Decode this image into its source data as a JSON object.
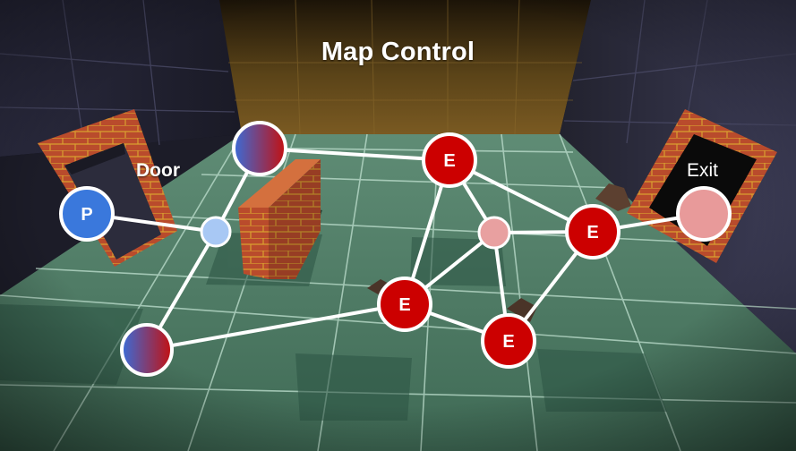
{
  "title": "Map Control",
  "labels": {
    "door": "Door",
    "exit": "Exit"
  },
  "node_letters": {
    "player": "P",
    "enemy": "E"
  },
  "nodes": [
    {
      "id": "player",
      "kind": "player",
      "letter": "P"
    },
    {
      "id": "waypoint-door",
      "kind": "friendly-waypoint"
    },
    {
      "id": "contested-top",
      "kind": "contested"
    },
    {
      "id": "contested-bottom",
      "kind": "contested"
    },
    {
      "id": "enemy-top",
      "kind": "enemy",
      "letter": "E"
    },
    {
      "id": "waypoint-center",
      "kind": "enemy-waypoint"
    },
    {
      "id": "enemy-right",
      "kind": "enemy",
      "letter": "E"
    },
    {
      "id": "enemy-mid",
      "kind": "enemy",
      "letter": "E"
    },
    {
      "id": "enemy-bottom",
      "kind": "enemy",
      "letter": "E"
    },
    {
      "id": "exit",
      "kind": "exit"
    }
  ],
  "edges": [
    [
      "player",
      "waypoint-door"
    ],
    [
      "waypoint-door",
      "contested-top"
    ],
    [
      "waypoint-door",
      "contested-bottom"
    ],
    [
      "contested-top",
      "enemy-top"
    ],
    [
      "contested-bottom",
      "enemy-mid"
    ],
    [
      "enemy-top",
      "enemy-mid"
    ],
    [
      "enemy-top",
      "waypoint-center"
    ],
    [
      "enemy-top",
      "enemy-right"
    ],
    [
      "enemy-mid",
      "waypoint-center"
    ],
    [
      "enemy-mid",
      "enemy-bottom"
    ],
    [
      "waypoint-center",
      "enemy-right"
    ],
    [
      "waypoint-center",
      "enemy-bottom"
    ],
    [
      "enemy-right",
      "enemy-bottom"
    ],
    [
      "enemy-right",
      "exit"
    ]
  ],
  "colors": {
    "player": "#3a78dc",
    "enemy": "#cc0000",
    "friendly_waypoint": "#a8c8f4",
    "enemy_waypoint": "#e8a0a0",
    "exit": "#e89a9a",
    "contested_from": "#3a6cd8",
    "contested_to": "#c41010",
    "edge": "#ffffff",
    "floor_light": "#6f9e86",
    "floor_dark": "#2f5a47",
    "wall_back": "#3a2a12",
    "wall_side": "#2c2c44",
    "brick": "#b8452a",
    "mortar": "#e8b830"
  }
}
